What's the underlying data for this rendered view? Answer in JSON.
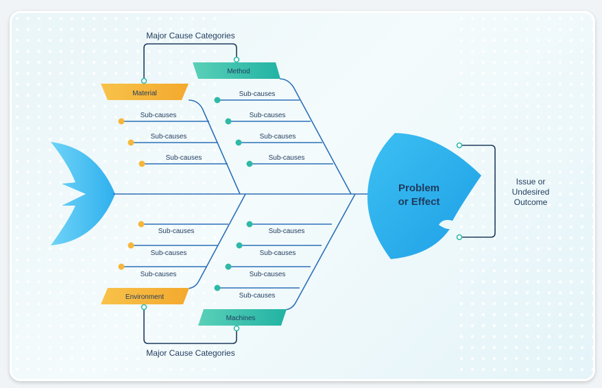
{
  "header_label": "Major Cause Categories",
  "footer_label": "Major Cause Categories",
  "head_text": [
    "Problem",
    "or Effect"
  ],
  "outcome_text": [
    "Issue or",
    "Undesired",
    "Outcome"
  ],
  "categories": {
    "material": "Material",
    "method": "Method",
    "environment": "Environment",
    "machines": "Machines"
  },
  "subcause_label": "Sub-causes",
  "colors": {
    "spine": "#2a6fb8",
    "orange": "#f5b63a",
    "teal": "#2fb9a6",
    "head": "#2aa8ec",
    "bracket": "#1f3a5c"
  }
}
